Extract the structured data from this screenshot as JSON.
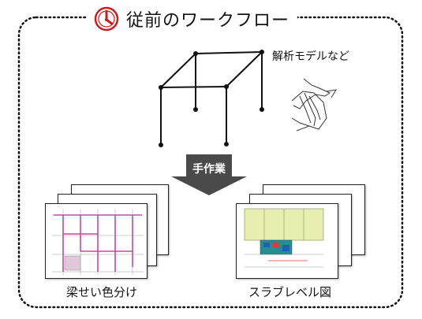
{
  "title": "従前のワークフロー",
  "labels": {
    "analysis_model": "解析モデルなど",
    "manual_work": "手作業",
    "beam_coloring": "梁せい色分け",
    "slab_level": "スラブレベル図"
  },
  "colors": {
    "clock": "#c81e1e",
    "arrow": "#4a4a4a",
    "beam_lines": "#c04aa0",
    "slab_fill": "#e6efb0"
  },
  "icons": [
    "clock-icon",
    "ribbon-icon"
  ]
}
